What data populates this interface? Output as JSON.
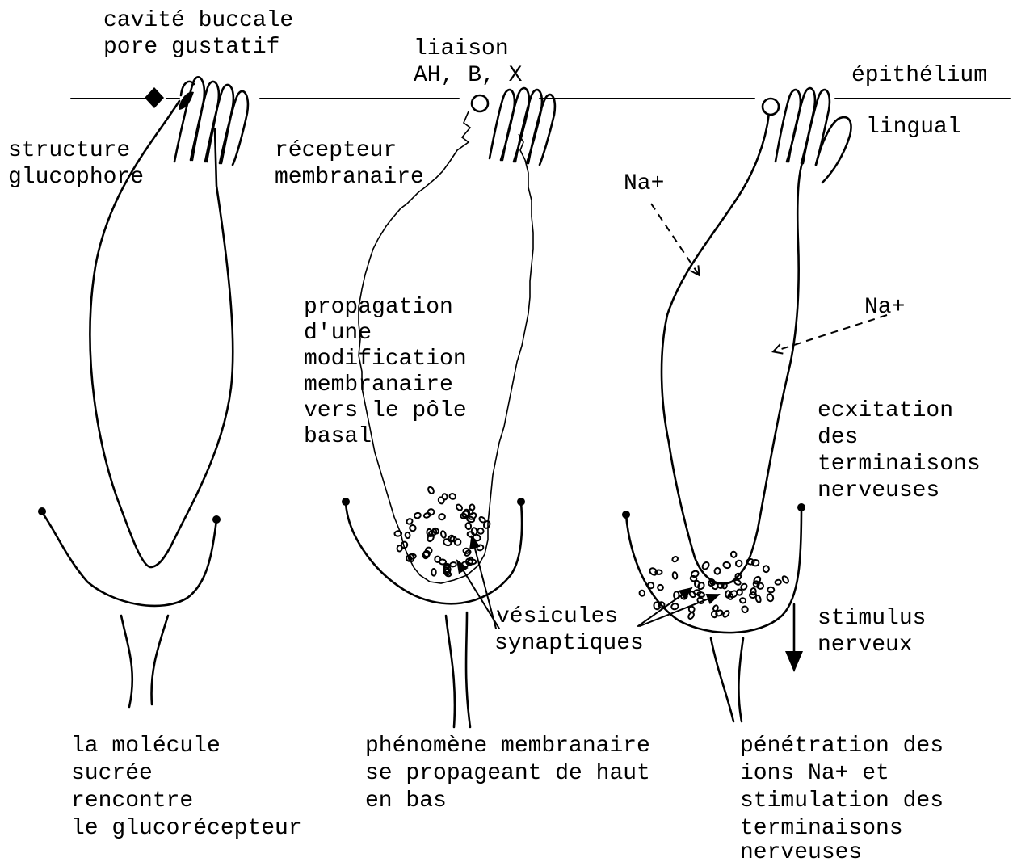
{
  "labels": {
    "cavite_buccale": "cavité buccale",
    "pore_gustatif": "pore gustatif",
    "liaison": "liaison",
    "liaison_sites": "AH, B, X",
    "epithelium": "épithélium",
    "lingual": "lingual",
    "structure": "structure",
    "glucophore": "glucophore",
    "recepteur": "récepteur",
    "membranaire": "membranaire",
    "na_plus_1": "Na+",
    "na_plus_2": "Na+",
    "propagation_lines": [
      "propagation",
      "d'une",
      "modification",
      "membranaire",
      "vers le pôle",
      "basal"
    ],
    "excitation_lines": [
      "ecxitation",
      "des",
      "terminaisons",
      "nerveuses"
    ],
    "vesicules_lines": [
      "vésicules",
      "synaptiques"
    ],
    "stimulus_lines": [
      "stimulus",
      "nerveux"
    ]
  },
  "captions": {
    "step1": [
      "la molécule",
      "sucrée",
      "rencontre",
      "le glucorécepteur"
    ],
    "step2": [
      "phénomène membranaire",
      "se propageant de haut",
      "en bas"
    ],
    "step3": [
      "pénétration des",
      "ions Na+ et",
      "stimulation des",
      "terminaisons",
      "nerveuses"
    ]
  }
}
